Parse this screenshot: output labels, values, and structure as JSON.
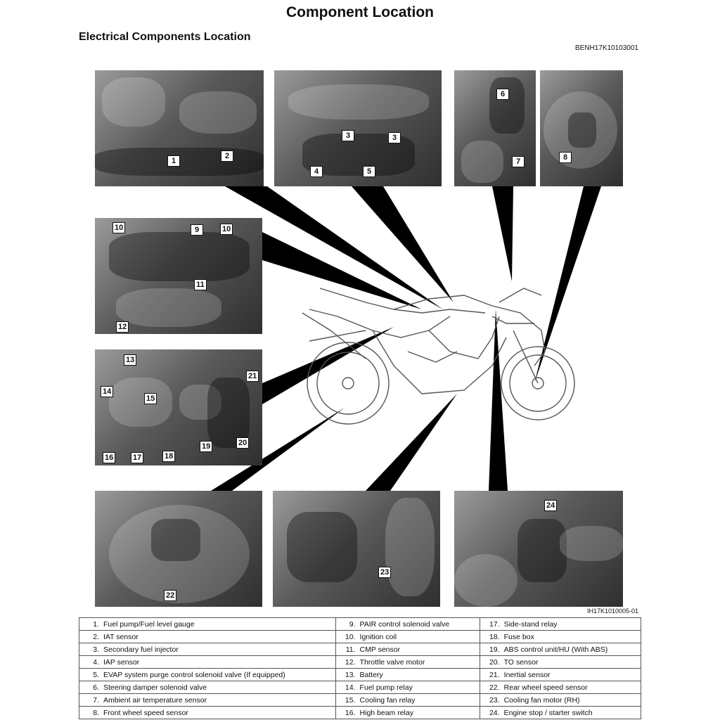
{
  "header": {
    "title": "Component Location",
    "section": "Electrical Components Location",
    "doc_code": "BENH17K10103001",
    "figure_code": "IH17K1010005-01"
  },
  "callouts": [
    "1",
    "2",
    "3",
    "3",
    "3",
    "4",
    "5",
    "6",
    "7",
    "8",
    "10",
    "9",
    "10",
    "11",
    "12",
    "13",
    "14",
    "15",
    "21",
    "16",
    "17",
    "18",
    "19",
    "20",
    "22",
    "23",
    "24"
  ],
  "legend": [
    [
      {
        "n": "1.",
        "t": "Fuel pump/Fuel level gauge"
      },
      {
        "n": "9.",
        "t": "PAIR control solenoid valve"
      },
      {
        "n": "17.",
        "t": "Side-stand relay"
      }
    ],
    [
      {
        "n": "2.",
        "t": "IAT sensor"
      },
      {
        "n": "10.",
        "t": "Ignition coil"
      },
      {
        "n": "18.",
        "t": "Fuse box"
      }
    ],
    [
      {
        "n": "3.",
        "t": "Secondary fuel injector"
      },
      {
        "n": "11.",
        "t": "CMP sensor"
      },
      {
        "n": "19.",
        "t": "ABS control unit/HU (With ABS)"
      }
    ],
    [
      {
        "n": "4.",
        "t": "IAP sensor"
      },
      {
        "n": "12.",
        "t": "Throttle valve motor"
      },
      {
        "n": "20.",
        "t": "TO sensor"
      }
    ],
    [
      {
        "n": "5.",
        "t": "EVAP system purge control solenoid valve (If equipped)"
      },
      {
        "n": "13.",
        "t": "Battery"
      },
      {
        "n": "21.",
        "t": "Inertial sensor"
      }
    ],
    [
      {
        "n": "6.",
        "t": "Steering damper solenoid valve"
      },
      {
        "n": "14.",
        "t": "Fuel pump relay"
      },
      {
        "n": "22.",
        "t": "Rear wheel speed sensor"
      }
    ],
    [
      {
        "n": "7.",
        "t": "Ambient air temperature sensor"
      },
      {
        "n": "15.",
        "t": "Cooling fan relay"
      },
      {
        "n": "23.",
        "t": "Cooling fan motor (RH)"
      }
    ],
    [
      {
        "n": "8.",
        "t": "Front wheel speed sensor"
      },
      {
        "n": "16.",
        "t": "High beam relay"
      },
      {
        "n": "24.",
        "t": "Engine stop / starter switch"
      }
    ]
  ]
}
